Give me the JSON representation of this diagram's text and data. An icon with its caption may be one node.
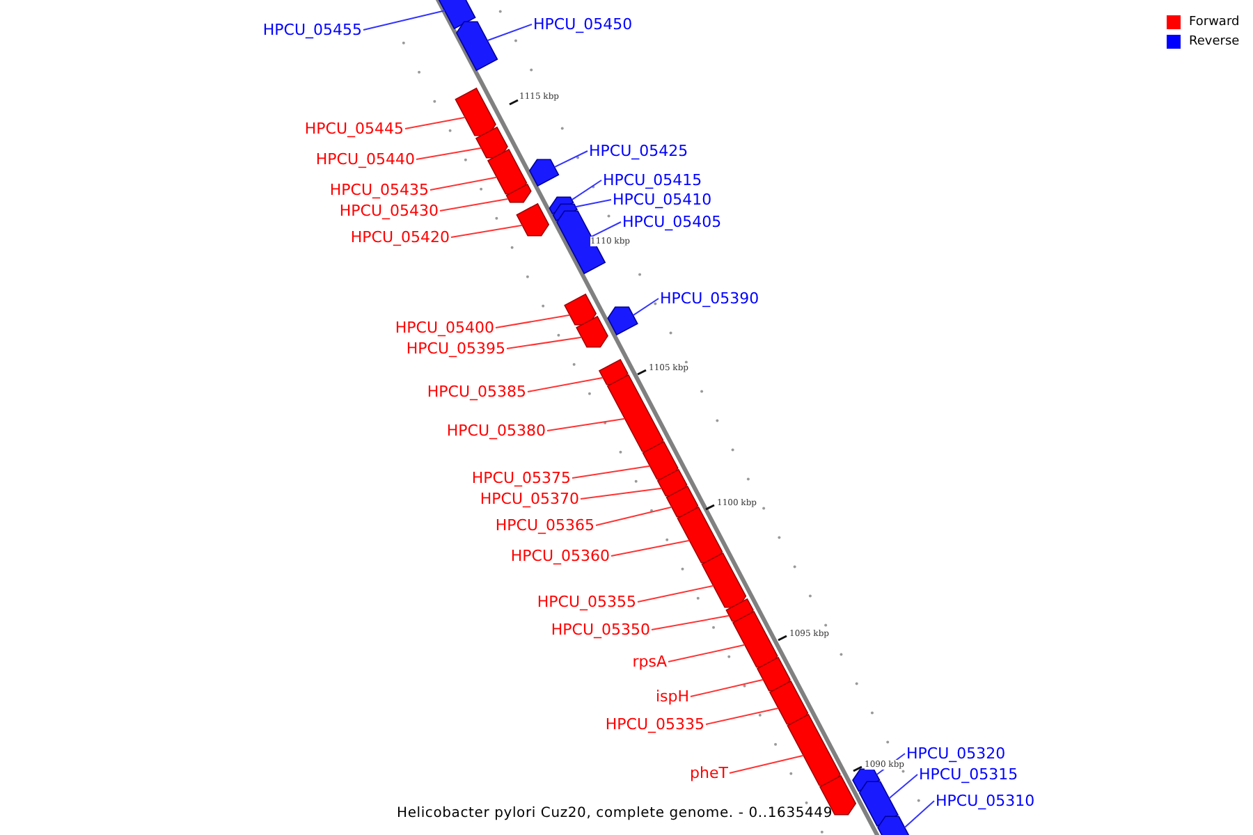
{
  "diagram": {
    "caption": "Helicobacter pylori Cuz20, complete genome. - 0..1635449",
    "nodes": [
      {
        "text": [
          "HPCU_05455"
        ]
      },
      {
        "text": [],
        "shape": "bar"
      },
      {
        "text": [
          "HPCU_05450"
        ]
      },
      {
        "text": [],
        "shape": "bar"
      },
      {
        "text": [
          "HPCU_05445"
        ]
      },
      {
        "text": [],
        "shape": "bar"
      },
      {
        "text": [
          "HPCU_05440"
        ]
      },
      {
        "text": [],
        "shape": "bar"
      },
      {
        "text": [
          "HPCU_05435"
        ]
      },
      {
        "text": [],
        "shape": "bar"
      },
      {
        "text": [
          "HPCU_05430"
        ]
      },
      {
        "text": [],
        "shape": "bar"
      },
      {
        "text": [
          "HPCU_05425"
        ]
      },
      {
        "text": [],
        "shape": "bar"
      },
      {
        "text": [
          "HPCU_05420"
        ]
      },
      {
        "text": [],
        "shape": "bar"
      },
      {
        "text": [
          "HPCU_05415"
        ]
      },
      {
        "text": [],
        "shape": "bar"
      },
      {
        "text": [
          "HPCU_05410"
        ]
      },
      {
        "text": [],
        "shape": "bar"
      },
      {
        "text": [
          "HPCU_05405"
        ]
      },
      {
        "text": [],
        "shape": "bar"
      },
      {
        "text": [
          "HPCU_05400"
        ]
      },
      {
        "text": [],
        "shape": "bar"
      },
      {
        "text": [
          "HPCU_05395"
        ]
      },
      {
        "text": [],
        "shape": "bar"
      },
      {
        "text": [
          "HPCU_05390"
        ]
      },
      {
        "text": [],
        "shape": "bar"
      },
      {
        "text": [
          "HPCU_05385"
        ]
      },
      {
        "text": [],
        "shape": "bar"
      },
      {
        "text": [
          "HPCU_05380"
        ]
      },
      {
        "text": [],
        "shape": "bar"
      },
      {
        "text": [
          "HPCU_05375"
        ]
      },
      {
        "text": [],
        "shape": "bar"
      },
      {
        "text": [
          "HPCU_05370"
        ]
      },
      {
        "text": [],
        "shape": "bar"
      },
      {
        "text": [
          "HPCU_05365"
        ]
      },
      {
        "text": [],
        "shape": "bar"
      },
      {
        "text": [
          "HPCU_05360"
        ]
      },
      {
        "text": [],
        "shape": "bar"
      },
      {
        "text": [
          "HPCU_05355"
        ]
      },
      {
        "text": [],
        "shape": "bar"
      },
      {
        "text": [
          "HPCU_05350"
        ]
      },
      {
        "text": [],
        "shape": "bar"
      },
      {
        "text": [
          "rpsA"
        ]
      },
      {
        "text": [],
        "shape": "bar"
      },
      {
        "text": [
          "ispH"
        ]
      },
      {
        "text": [],
        "shape": "bar"
      },
      {
        "text": [
          "HPCU_05335"
        ]
      },
      {
        "text": [],
        "shape": "bar"
      },
      {
        "text": [
          "pheT"
        ]
      },
      {
        "text": [],
        "shape": "bar"
      },
      {
        "text": [],
        "shape": "bar"
      },
      {
        "text": [
          "HPCU_05320"
        ]
      },
      {
        "text": [],
        "shape": "bar"
      },
      {
        "text": [
          "HPCU_05315"
        ]
      },
      {
        "text": [],
        "shape": "bar"
      },
      {
        "text": [
          "HPCU_05310"
        ]
      },
      {
        "text": [],
        "shape": "bar"
      }
    ],
    "edges": [
      {
        "from": 0,
        "to": 1,
        "arrow": "none",
        "color": "#3333ff"
      },
      {
        "from": 2,
        "to": 3,
        "arrow": "none",
        "color": "#3333ff"
      },
      {
        "from": 4,
        "to": 5,
        "arrow": "none"
      },
      {
        "from": 6,
        "to": 7,
        "arrow": "none"
      },
      {
        "from": 8,
        "to": 9,
        "arrow": "none"
      },
      {
        "from": 10,
        "to": 11,
        "arrow": "none"
      },
      {
        "from": 12,
        "to": 13,
        "arrow": "none",
        "color": "#3333ff"
      },
      {
        "from": 14,
        "to": 15,
        "arrow": "none"
      },
      {
        "from": 16,
        "to": 17,
        "arrow": "none",
        "color": "#3333ff"
      },
      {
        "from": 18,
        "to": 19,
        "arrow": "none",
        "color": "#3333ff"
      },
      {
        "from": 20,
        "to": 21,
        "arrow": "none",
        "color": "#3333ff"
      },
      {
        "from": 22,
        "to": 23,
        "arrow": "none"
      },
      {
        "from": 24,
        "to": 25,
        "arrow": "none"
      },
      {
        "from": 26,
        "to": 27,
        "arrow": "none",
        "color": "#3333ff"
      },
      {
        "from": 28,
        "to": 29,
        "arrow": "none"
      },
      {
        "from": 30,
        "to": 31,
        "arrow": "none"
      },
      {
        "from": 32,
        "to": 33,
        "arrow": "none"
      },
      {
        "from": 34,
        "to": 35,
        "arrow": "none"
      },
      {
        "from": 36,
        "to": 37,
        "arrow": "none"
      },
      {
        "from": 38,
        "to": 39,
        "arrow": "none"
      },
      {
        "from": 40,
        "to": 41,
        "arrow": "none"
      },
      {
        "from": 42,
        "to": 43,
        "arrow": "none"
      },
      {
        "from": 44,
        "to": 45,
        "arrow": "none"
      },
      {
        "from": 46,
        "to": 47,
        "arrow": "none"
      },
      {
        "from": 48,
        "to": 49,
        "arrow": "none"
      },
      {
        "from": 50,
        "to": 51,
        "arrow": "none"
      },
      {
        "from": 53,
        "to": 54,
        "arrow": "none",
        "color": "#3333ff"
      },
      {
        "from": 55,
        "to": 56,
        "arrow": "none",
        "color": "#3333ff"
      },
      {
        "from": 57,
        "to": 58,
        "arrow": "none",
        "color": "#3333ff"
      }
    ],
    "labels": [
      "1115 kbp",
      "1110 kbp",
      "1105 kbp",
      "1100 kbp",
      "1095 kbp",
      "1090 kbp"
    ],
    "legend": [
      {
        "text": "Forward",
        "color": "#ff0000"
      },
      {
        "text": "Reverse",
        "color": "#0000ff"
      }
    ]
  }
}
